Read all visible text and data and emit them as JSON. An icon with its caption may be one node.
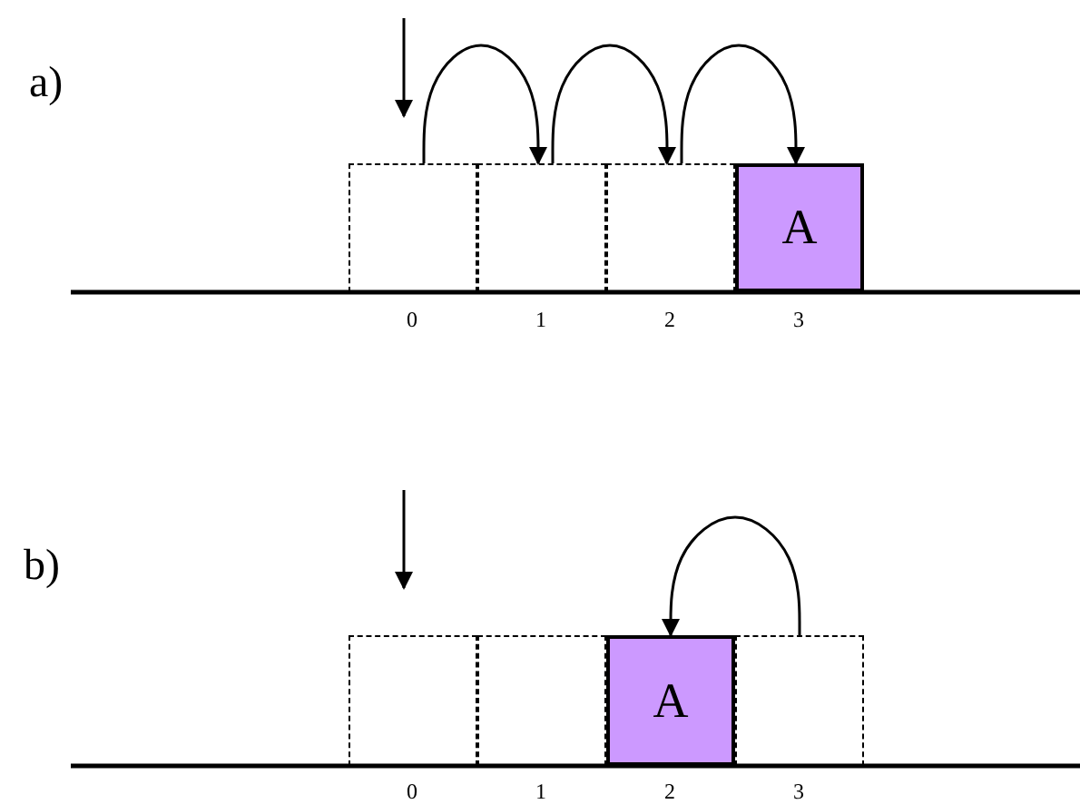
{
  "diagram": {
    "nodes": [
      {
        "text": [],
        "shape": "box"
      },
      {
        "text": [],
        "shape": "box"
      },
      {
        "text": [],
        "shape": "box"
      },
      {
        "text": [
          "A"
        ]
      },
      {
        "text": [],
        "shape": "box"
      },
      {
        "text": [],
        "shape": "box"
      },
      {
        "text": [
          "A"
        ]
      },
      {
        "text": [],
        "shape": "box"
      }
    ],
    "edges": [
      {
        "from": null,
        "to": 0,
        "arrow": "to"
      },
      {
        "from": 0,
        "to": 1,
        "arrow": "to"
      },
      {
        "from": 1,
        "to": 2,
        "arrow": "to"
      },
      {
        "from": 2,
        "to": 3,
        "arrow": "to"
      },
      {
        "from": null,
        "to": 4,
        "arrow": "to"
      },
      {
        "from": 7,
        "to": 6,
        "arrow": "to"
      }
    ],
    "labels": [
      "a)",
      "0",
      "1",
      "2",
      "3",
      "b)",
      "0",
      "1",
      "2",
      "3"
    ]
  }
}
